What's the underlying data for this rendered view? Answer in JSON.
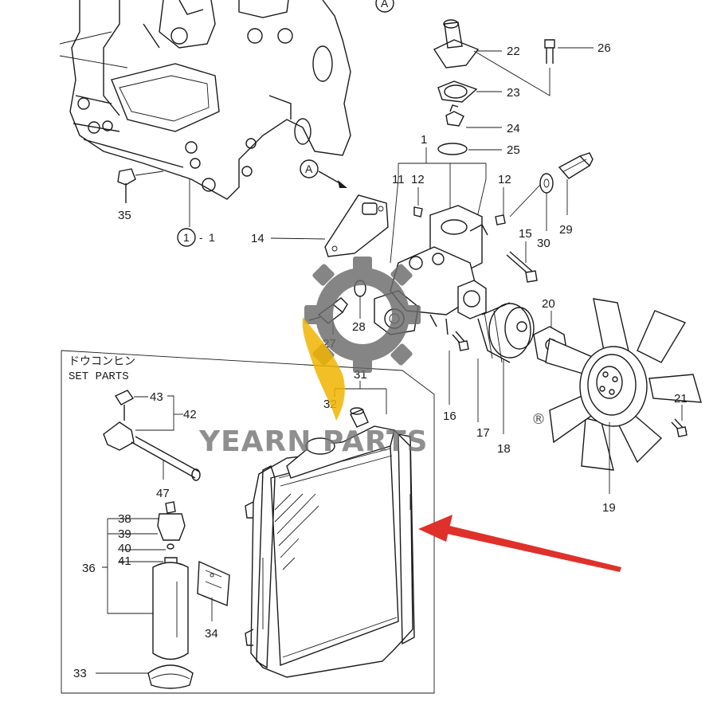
{
  "diagram": {
    "ref_letter": "A",
    "kit": {
      "title_jp": "ドウコンヒン",
      "title_en": "SET PARTS"
    },
    "callouts": {
      "p1": "1",
      "p1_1": "1",
      "p11": "11",
      "p12a": "12",
      "p12b": "12",
      "p14": "14",
      "p15": "15",
      "p16": "16",
      "p17": "17",
      "p18": "18",
      "p19": "19",
      "p20": "20",
      "p21": "21",
      "p22": "22",
      "p23": "23",
      "p24": "24",
      "p25": "25",
      "p26": "26",
      "p27": "27",
      "p28": "28",
      "p29": "29",
      "p30": "30",
      "p31": "31",
      "p32": "32",
      "p33": "33",
      "p34": "34",
      "p35": "35",
      "p36": "36",
      "p38": "38",
      "p39": "39",
      "p40": "40",
      "p41": "41",
      "p42": "42",
      "p43": "43",
      "p47": "47"
    }
  },
  "watermark": {
    "brand": "YEARN PARTS",
    "registered": "®",
    "colors": {
      "gear": "#6b6b6b",
      "flame": "#f0b400",
      "arrow": "#e0302a"
    }
  }
}
